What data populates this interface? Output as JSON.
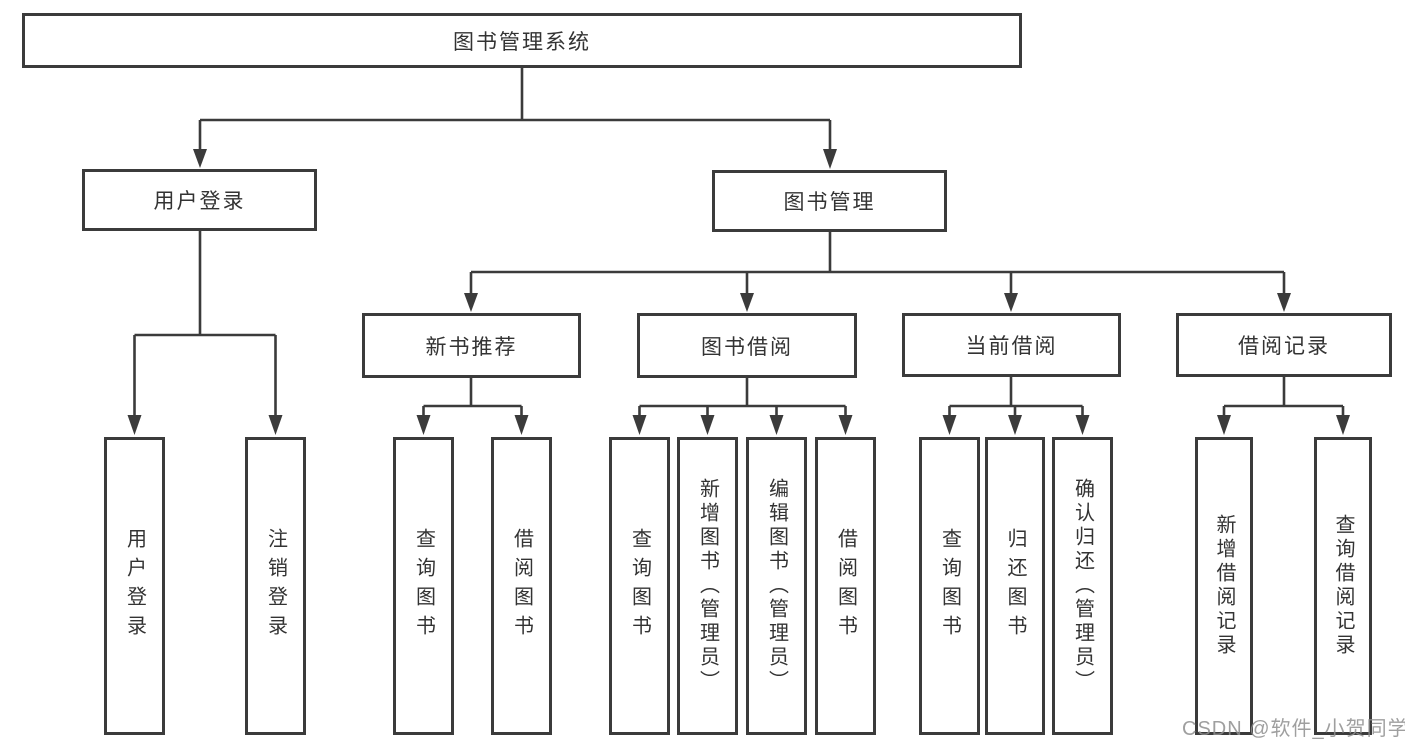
{
  "tree": {
    "label": "图书管理系统",
    "children": [
      {
        "label": "用户登录",
        "children": [
          {
            "label": "用户登录"
          },
          {
            "label": "注销登录"
          }
        ]
      },
      {
        "label": "图书管理",
        "children": [
          {
            "label": "新书推荐",
            "children": [
              {
                "label": "查询图书"
              },
              {
                "label": "借阅图书"
              }
            ]
          },
          {
            "label": "图书借阅",
            "children": [
              {
                "label": "查询图书"
              },
              {
                "label": "新增图书（管理员）"
              },
              {
                "label": "编辑图书（管理员）"
              },
              {
                "label": "借阅图书"
              }
            ]
          },
          {
            "label": "当前借阅",
            "children": [
              {
                "label": "查询图书"
              },
              {
                "label": "归还图书"
              },
              {
                "label": "确认归还（管理员）"
              }
            ]
          },
          {
            "label": "借阅记录",
            "children": [
              {
                "label": "新增借阅记录"
              },
              {
                "label": "查询借阅记录"
              }
            ]
          }
        ]
      }
    ]
  },
  "watermark": "CSDN @软件_小贺同学",
  "colors": {
    "line": "#3b3b3b",
    "border": "#3b3b3b",
    "text": "#333333",
    "watermark": "#8f8f8f",
    "background": "#ffffff"
  }
}
